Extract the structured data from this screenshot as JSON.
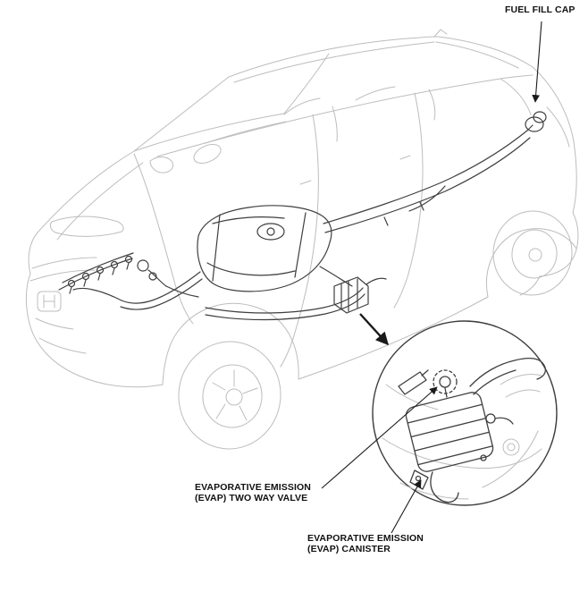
{
  "figure": {
    "fuel_fill_cap_label": "FUEL FILL CAP",
    "evap_valve_label_line1": "EVAPORATIVE EMISSION",
    "evap_valve_label_line2": "(EVAP) TWO WAY VALVE",
    "evap_canister_label_line1": "EVAPORATIVE EMISSION",
    "evap_canister_label_line2": "(EVAP) CANISTER"
  },
  "colors": {
    "background": "#ffffff",
    "car_outline": "#bdbdbd",
    "component_line": "#3f3f3f",
    "callout_line": "#1a1a1a",
    "label_text": "#111111"
  }
}
